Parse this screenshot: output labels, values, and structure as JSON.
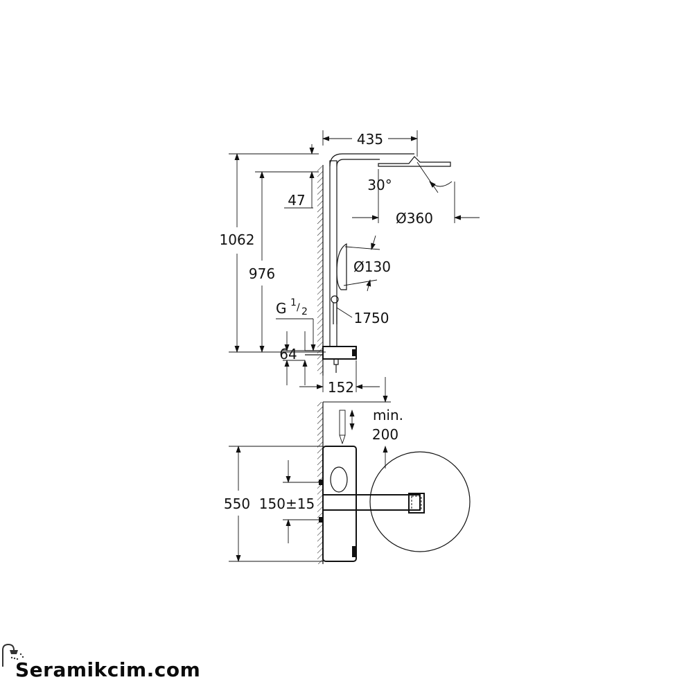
{
  "dimensions": {
    "top_width": "435",
    "total_height": "1062",
    "arm_height": "976",
    "arm_drop": "47",
    "head_angle": "30°",
    "head_diameter": "Ø360",
    "hand_diameter": "Ø130",
    "hose_length": "1750",
    "thread_g": "G",
    "thread_num": "1",
    "thread_den": "2",
    "inlet_height": "64",
    "body_depth": "152",
    "clearance_min": "min.",
    "clearance_value": "200",
    "body_height": "550",
    "inlet_spacing": "150±15"
  },
  "brand": {
    "name": "Seramikcim.com",
    "icon": "shower-icon"
  }
}
